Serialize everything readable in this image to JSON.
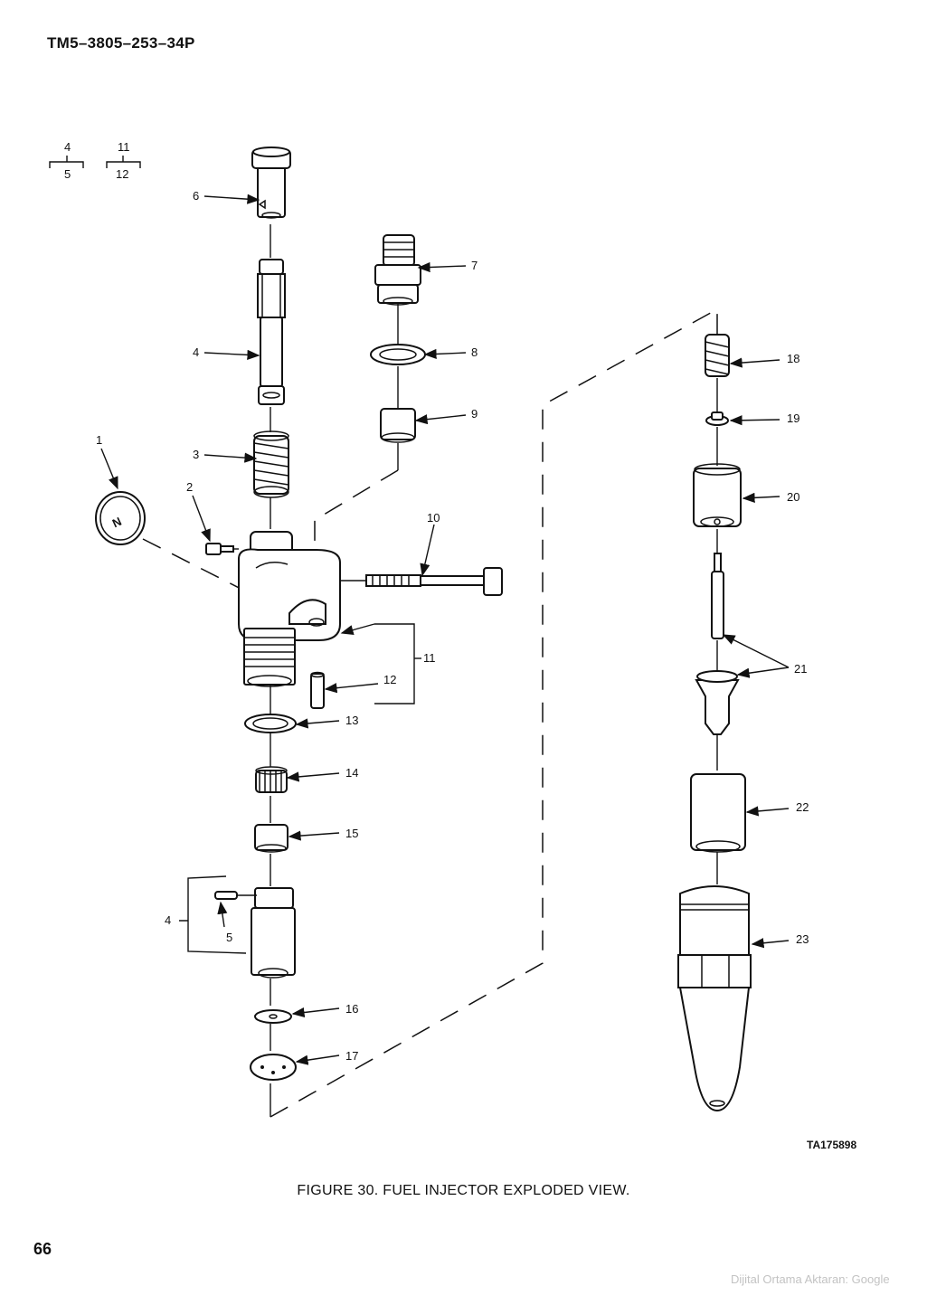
{
  "header": {
    "doc_id": "TM5–3805–253–34P"
  },
  "footer": {
    "page_number": "66"
  },
  "figure": {
    "caption": "FIGURE 30. FUEL INJECTOR EXPLODED VIEW.",
    "code": "TA175898",
    "key": [
      {
        "top": "4",
        "bottom": "5"
      },
      {
        "top": "11",
        "bottom": "12"
      }
    ],
    "callouts": [
      "1",
      "2",
      "3",
      "4",
      "5",
      "6",
      "7",
      "8",
      "9",
      "10",
      "11",
      "12",
      "13",
      "14",
      "15",
      "16",
      "17",
      "18",
      "19",
      "20",
      "21",
      "22",
      "23"
    ],
    "group_callout_4": "4"
  },
  "watermark": "Dijital Ortama Aktaran: Google"
}
